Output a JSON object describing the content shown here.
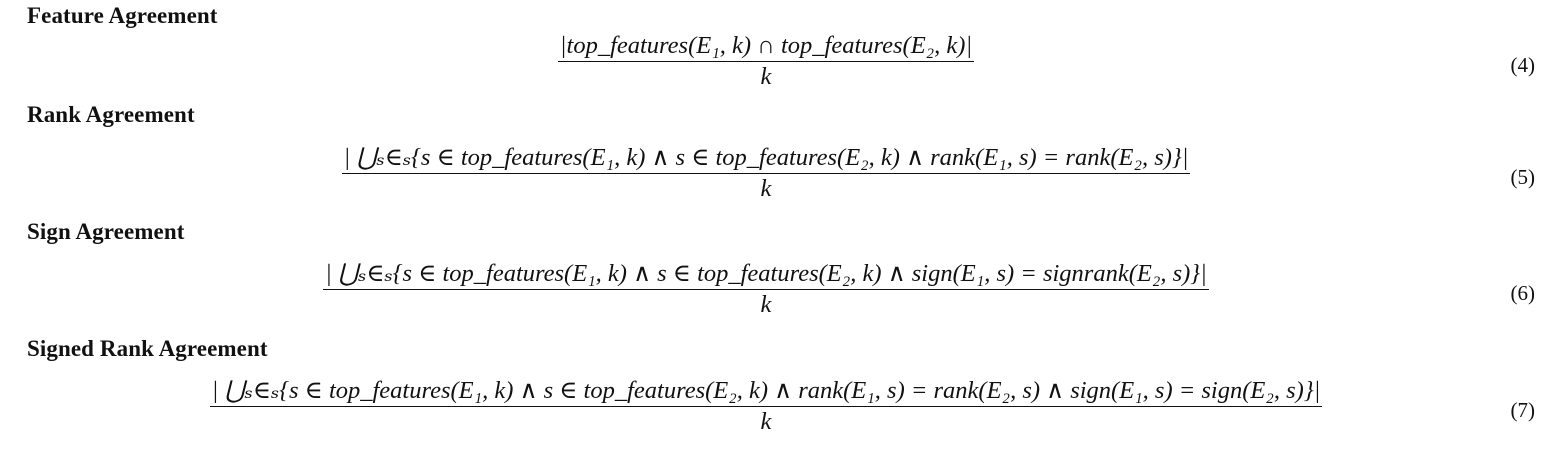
{
  "sections": [
    {
      "heading": "Feature Agreement",
      "numerator": "|top_features(E₁, k) ∩ top_features(E₂, k)|",
      "denominator": "k",
      "number": "(4)"
    },
    {
      "heading": "Rank Agreement",
      "numerator": "| ⋃ₛ∈ₛ{s ∈ top_features(E₁, k) ∧ s ∈ top_features(E₂, k) ∧ rank(E₁, s) = rank(E₂, s)}|",
      "denominator": "k",
      "number": "(5)"
    },
    {
      "heading": "Sign Agreement",
      "numerator": "| ⋃ₛ∈ₛ{s ∈ top_features(E₁, k) ∧ s ∈ top_features(E₂, k) ∧ sign(E₁, s) = signrank(E₂, s)}|",
      "denominator": "k",
      "number": "(6)"
    },
    {
      "heading": "Signed Rank Agreement",
      "numerator": "| ⋃ₛ∈ₛ{s ∈ top_features(E₁, k) ∧ s ∈ top_features(E₂, k) ∧ rank(E₁, s) = rank(E₂, s) ∧ sign(E₁, s) = sign(E₂, s)}|",
      "denominator": "k",
      "number": "(7)"
    }
  ]
}
